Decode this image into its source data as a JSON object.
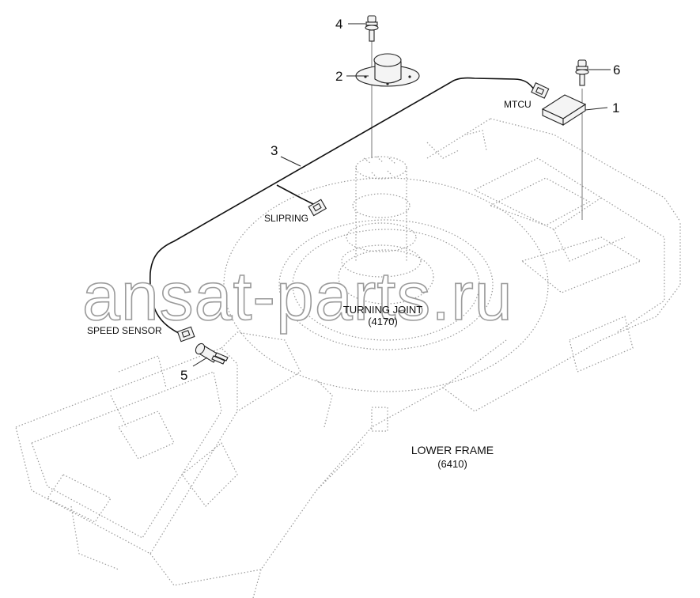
{
  "watermark": "ansat-parts.ru",
  "labels": {
    "mtcu": "MTCU",
    "slipring": "SLIPRING",
    "speed_sensor": "SPEED SENSOR",
    "turning_joint": "TURNING JOINT",
    "turning_joint_code": "(4170)",
    "lower_frame": "LOWER FRAME",
    "lower_frame_code": "(6410)"
  },
  "callouts": {
    "c1": "1",
    "c2": "2",
    "c3": "3",
    "c4": "4",
    "c5": "5",
    "c6": "6"
  }
}
